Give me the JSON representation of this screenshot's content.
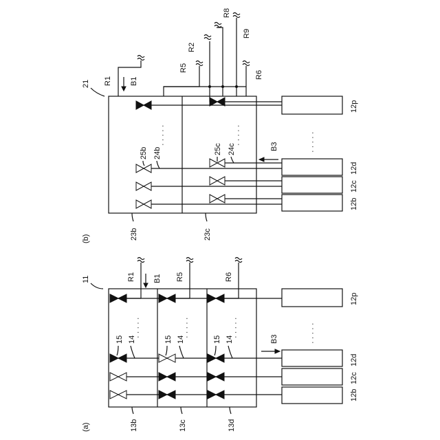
{
  "labels": {
    "a_tag": "(a)",
    "a_ref": "11",
    "a_r1": "R1",
    "a_b1": "B1",
    "a_r5": "R5",
    "a_r6": "R6",
    "a_13b": "13b",
    "a_13c": "13c",
    "a_13d": "13d",
    "a_15": "15",
    "a_14": "14",
    "a_b3": "B3",
    "a_12b": "12b",
    "a_12c": "12c",
    "a_12d": "12d",
    "a_12p": "12p",
    "b_tag": "(b)",
    "b_ref": "21",
    "b_r1": "R1",
    "b_b1": "B1",
    "b_r5": "R5",
    "b_r2": "R2",
    "b_r8": "R8",
    "b_r9": "R9",
    "b_r6": "R6",
    "b_23b": "23b",
    "b_23c": "23c",
    "b_25b": "25b",
    "b_24b": "24b",
    "b_25c": "25c",
    "b_24c": "24c",
    "b_b3": "B3",
    "b_12b": "12b",
    "b_12c": "12c",
    "b_12d": "12d",
    "b_12p": "12p",
    "dots": "· · · · ·"
  }
}
